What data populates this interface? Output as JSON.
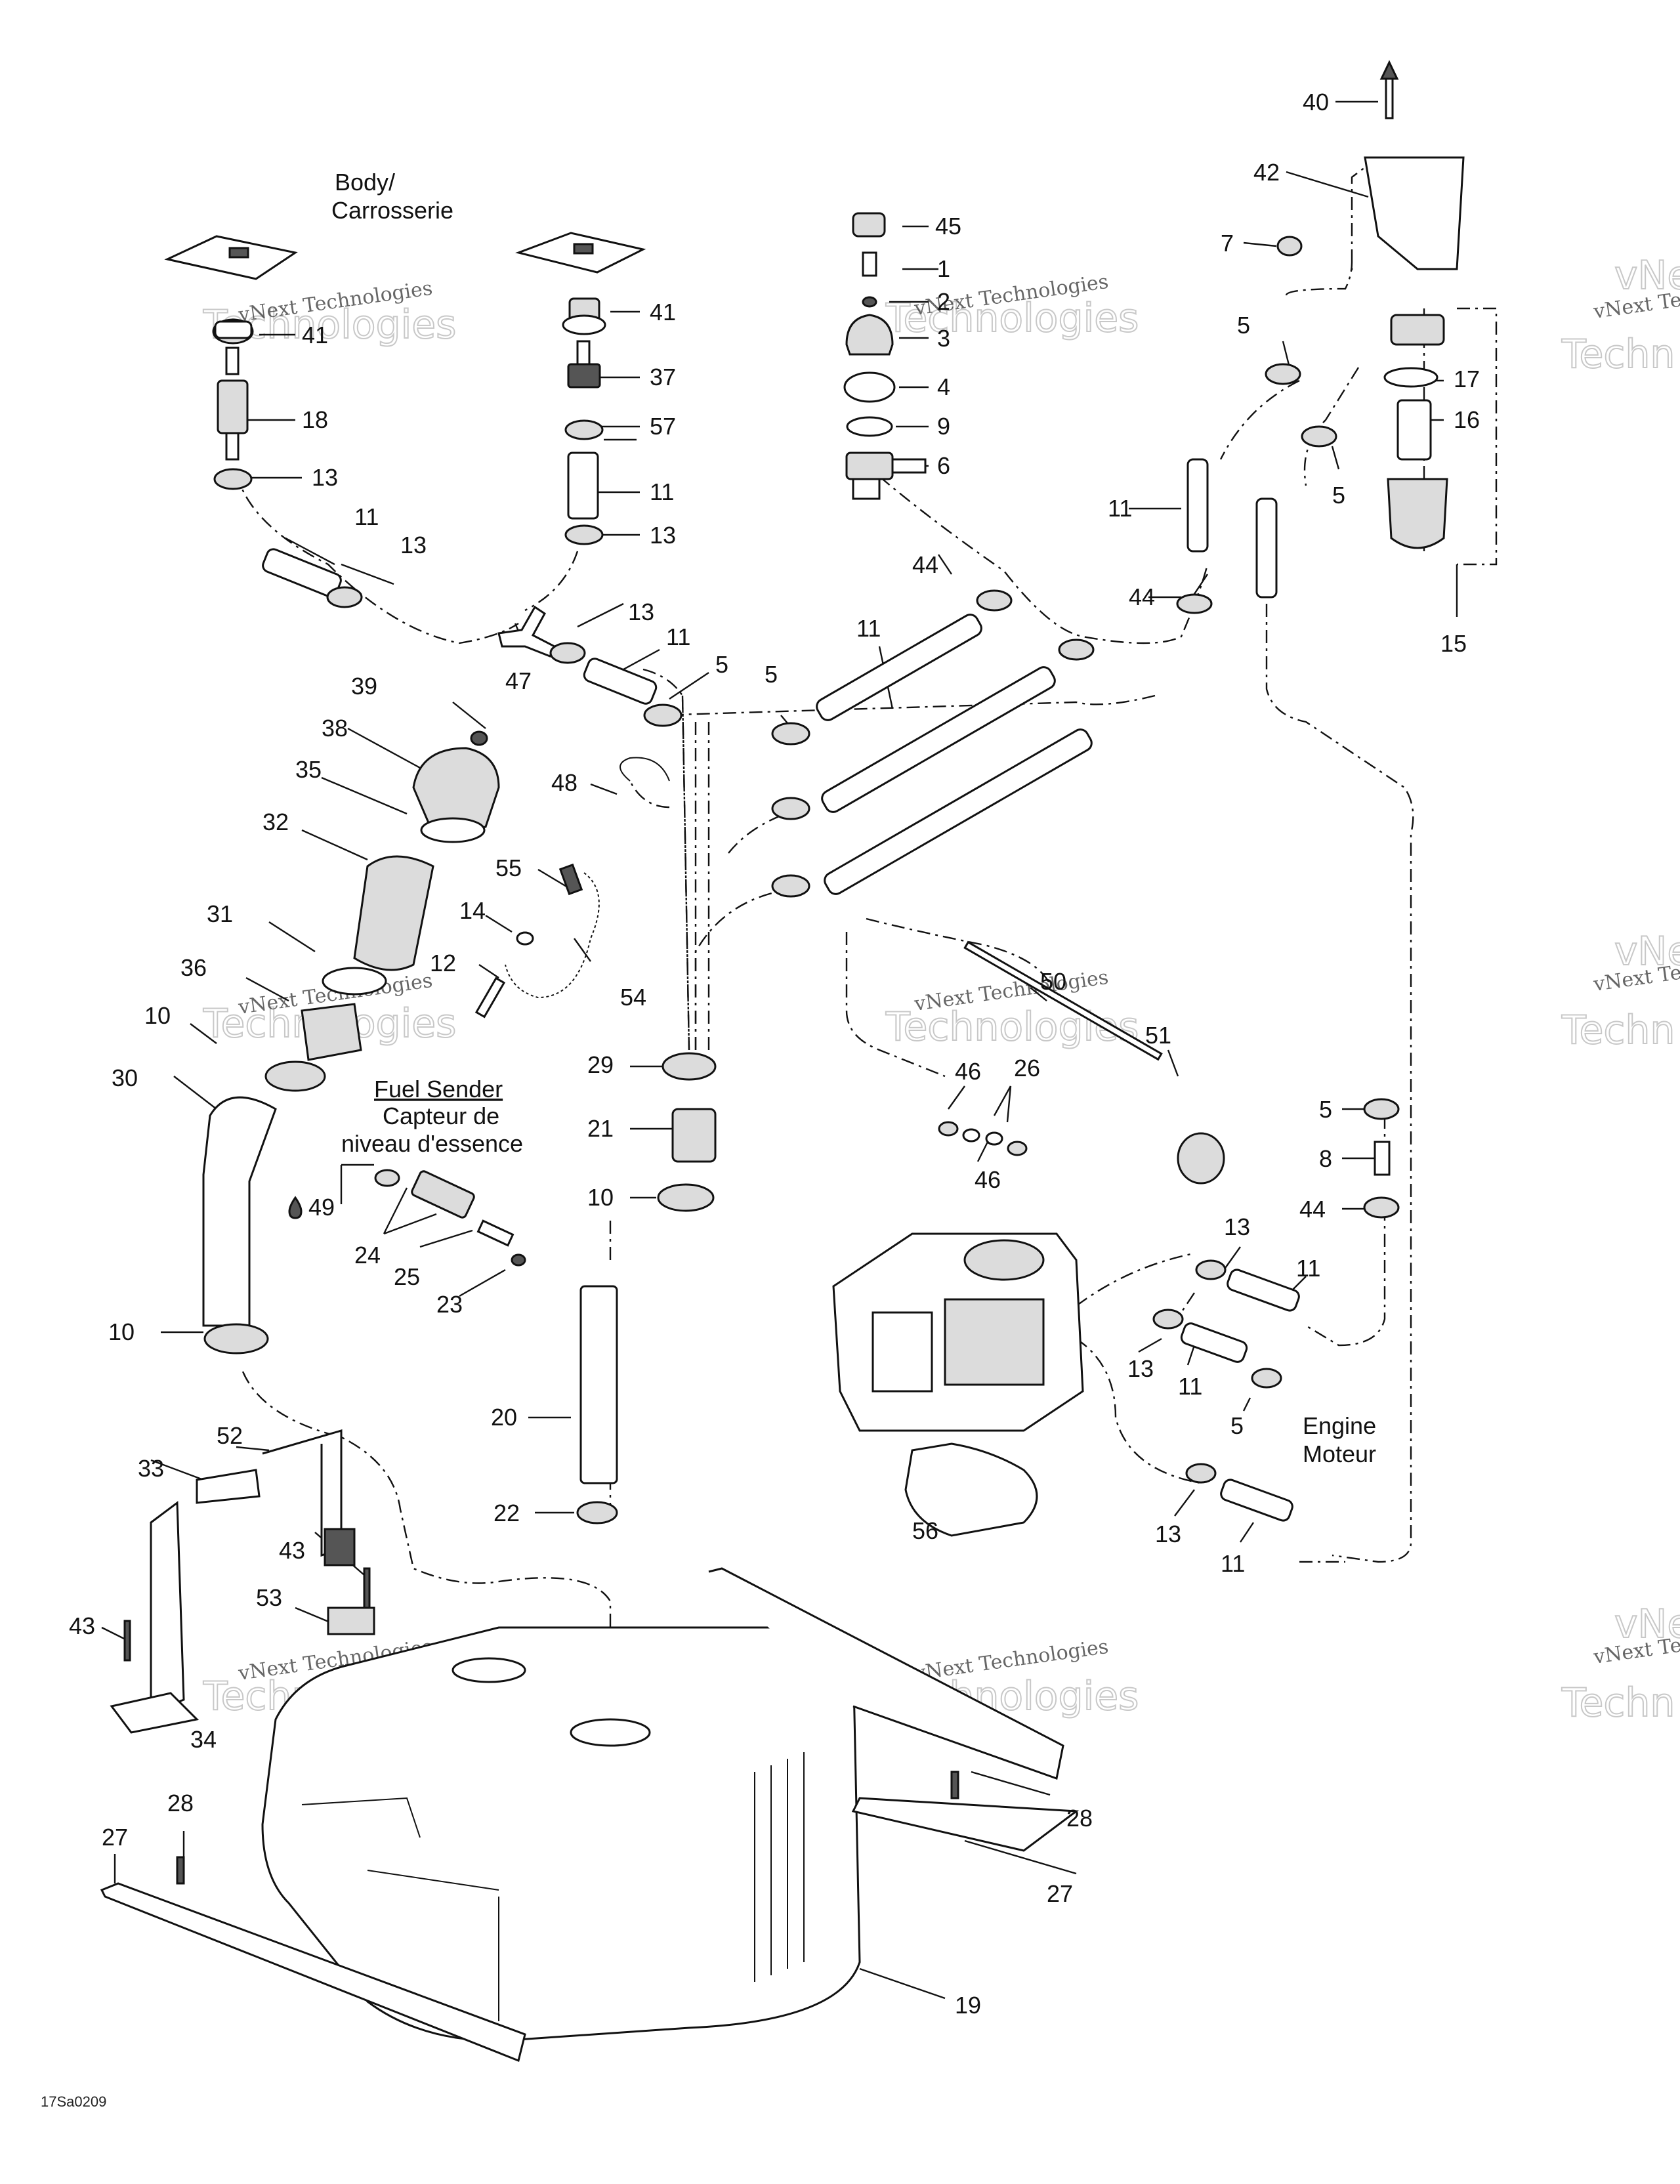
{
  "labels": {
    "body": "Body/",
    "carrosserie": "Carrosserie",
    "fuel_sender_1": "Fuel Sender",
    "fuel_sender_2": "Capteur de",
    "fuel_sender_3": "niveau d'essence",
    "engine": "Engine",
    "moteur": "Moteur",
    "drawing_ref": "17Sa0209"
  },
  "watermark": {
    "line1": "vNext Technologies",
    "line2": "Technologies",
    "cut1": "vNext Te",
    "cut2": "Techn",
    "cut3": "vNe"
  },
  "callouts": {
    "c40": "40",
    "c42": "42",
    "c7": "7",
    "c45": "45",
    "c1": "1",
    "c2": "2",
    "c3": "3",
    "c4": "4",
    "c9": "9",
    "c6": "6",
    "c41a": "41",
    "c41b": "41",
    "c37": "37",
    "c57": "57",
    "c18": "18",
    "c13a": "13",
    "c11a": "11",
    "c13b": "13",
    "c11b": "11",
    "c13c": "13",
    "c13d": "13",
    "c11c": "11",
    "c47": "47",
    "c5a": "5",
    "c5b": "5",
    "c5c": "5",
    "c5d": "5",
    "c11d": "11",
    "c44a": "44",
    "c44b": "44",
    "c11e": "11",
    "c17": "17",
    "c16": "16",
    "c15": "15",
    "c39": "39",
    "c38": "38",
    "c35": "35",
    "c32": "32",
    "c48": "48",
    "c55": "55",
    "c14": "14",
    "c12": "12",
    "c54": "54",
    "c31": "31",
    "c36": "36",
    "c10a": "10",
    "c30": "30",
    "c29": "29",
    "c21": "21",
    "c10b": "10",
    "c10c": "10",
    "c49": "49",
    "c24": "24",
    "c25": "25",
    "c23": "23",
    "c20": "20",
    "c22": "22",
    "c50": "50",
    "c51": "51",
    "c46a": "46",
    "c26": "26",
    "c46b": "46",
    "c5e": "5",
    "c8": "8",
    "c44c": "44",
    "c13e": "13",
    "c11f": "11",
    "c13f": "13",
    "c11g": "11",
    "c5f": "5",
    "c56": "56",
    "c13g": "13",
    "c11h": "11",
    "c52": "52",
    "c33": "33",
    "c43a": "43",
    "c53": "53",
    "c43b": "43",
    "c34": "34",
    "c28a": "28",
    "c28b": "28",
    "c27a": "27",
    "c27b": "27",
    "c19": "19"
  },
  "icons": {
    "drop": "drop-icon"
  }
}
